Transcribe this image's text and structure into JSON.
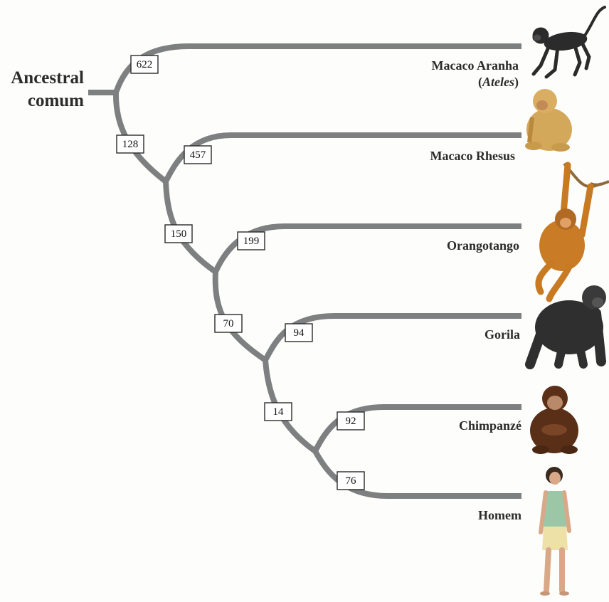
{
  "root_label_line1": "Ancestral",
  "root_label_line2": "comum",
  "species": {
    "spider_monkey_line1": "Macaco Aranha",
    "spider_monkey_paren_open": "(",
    "spider_monkey_genus": "Ateles",
    "spider_monkey_paren_close": ")",
    "rhesus": "Macaco Rhesus",
    "orangutan": "Orangotango",
    "gorilla": "Gorila",
    "chimpanzee": "Chimpanzé",
    "human": "Homem"
  },
  "branch_values": {
    "spider_monkey": "622",
    "great_apes_and_rhesus": "128",
    "rhesus": "457",
    "hominids": "150",
    "orangutan": "199",
    "african_apes": "70",
    "gorilla": "94",
    "human_chimp": "14",
    "chimpanzee": "92",
    "human": "76"
  },
  "colors": {
    "branch": "#7d7f80",
    "label_text": "#2b2b2b",
    "box_fill": "#ffffff",
    "box_stroke": "#2a2a2a"
  },
  "icons": [
    "spider-monkey-icon",
    "rhesus-macaque-icon",
    "orangutan-icon",
    "gorilla-icon",
    "chimpanzee-icon",
    "human-icon"
  ]
}
